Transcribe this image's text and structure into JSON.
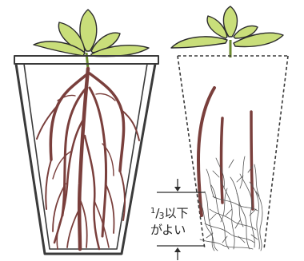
{
  "annotation": {
    "fraction_numerator": "1",
    "fraction_slash": "/",
    "fraction_denominator": "3",
    "line1_rest": "以下",
    "line2": "がよい"
  },
  "colors": {
    "root": "#7a3f3c",
    "leaf": "#c9de7a",
    "leaf_outline": "#2c2c2c",
    "pot": "#3a3a3a",
    "fine_roots": "#555555"
  }
}
